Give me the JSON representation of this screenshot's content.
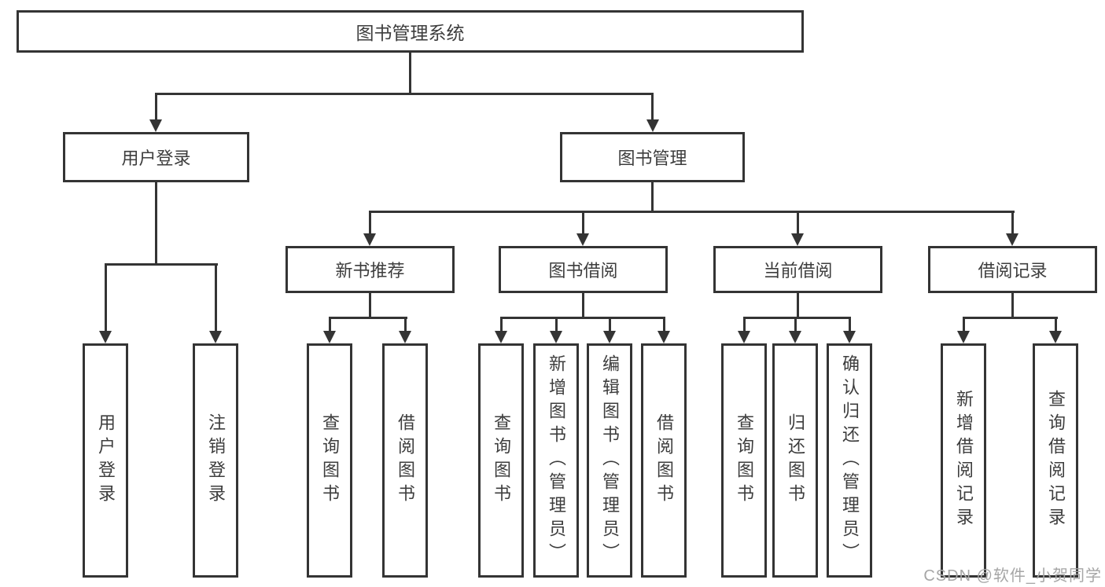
{
  "tree": {
    "label": "图书管理系统",
    "children": [
      {
        "label": "用户登录",
        "children": [
          {
            "label": "用户登录"
          },
          {
            "label": "注销登录"
          }
        ]
      },
      {
        "label": "图书管理",
        "children": [
          {
            "label": "新书推荐",
            "children": [
              {
                "label": "查询图书"
              },
              {
                "label": "借阅图书"
              }
            ]
          },
          {
            "label": "图书借阅",
            "children": [
              {
                "label": "查询图书"
              },
              {
                "label": "新增图书（管理员）"
              },
              {
                "label": "编辑图书（管理员）"
              },
              {
                "label": "借阅图书"
              }
            ]
          },
          {
            "label": "当前借阅",
            "children": [
              {
                "label": "查询图书"
              },
              {
                "label": "归还图书"
              },
              {
                "label": "确认归还（管理员）"
              }
            ]
          },
          {
            "label": "借阅记录",
            "children": [
              {
                "label": "新增借阅记录"
              },
              {
                "label": "查询借阅记录"
              }
            ]
          }
        ]
      }
    ]
  },
  "watermark": "CSDN @软件_小贺同学",
  "colors": {
    "line": "#343434",
    "text": "#3d3d3d",
    "watermark": "#a6a6a6",
    "background": "#ffffff"
  }
}
